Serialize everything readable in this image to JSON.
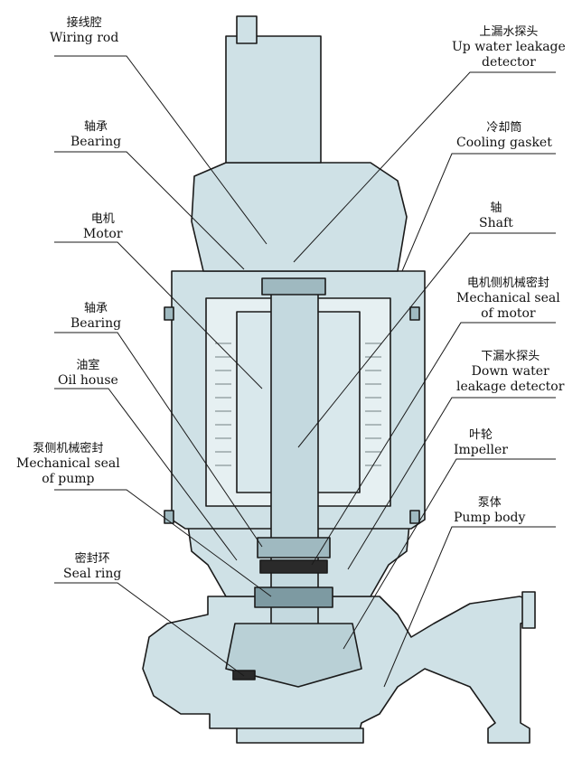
{
  "colors": {
    "body_fill": "#cfe1e6",
    "line": "#1a1a1a",
    "dark_fill": "#2a2a2a"
  },
  "labels": {
    "wiring_rod": {
      "zh": "接线腔",
      "en": "Wiring rod"
    },
    "bearing_top": {
      "zh": "轴承",
      "en": "Bearing"
    },
    "motor": {
      "zh": "电机",
      "en": "Motor"
    },
    "bearing_bottom": {
      "zh": "轴承",
      "en": "Bearing"
    },
    "oil_house": {
      "zh": "油室",
      "en": "Oil house"
    },
    "mech_seal_pump": {
      "zh": "泵侧机械密封",
      "en1": "Mechanical seal",
      "en2": "of pump"
    },
    "seal_ring": {
      "zh": "密封环",
      "en": "Seal ring"
    },
    "up_leak": {
      "zh": "上漏水探头",
      "en1": "Up water leakage",
      "en2": "detector"
    },
    "cooling_gasket": {
      "zh": "冷却筒",
      "en": "Cooling gasket"
    },
    "shaft": {
      "zh": "轴",
      "en": "Shaft"
    },
    "mech_seal_motor": {
      "zh": "电机侧机械密封",
      "en1": "Mechanical seal",
      "en2": "of motor"
    },
    "down_leak": {
      "zh": "下漏水探头",
      "en1": "Down water",
      "en2": "leakage detector"
    },
    "impeller": {
      "zh": "叶轮",
      "en": "Impeller"
    },
    "pump_body": {
      "zh": "泵体",
      "en": "Pump body"
    }
  }
}
